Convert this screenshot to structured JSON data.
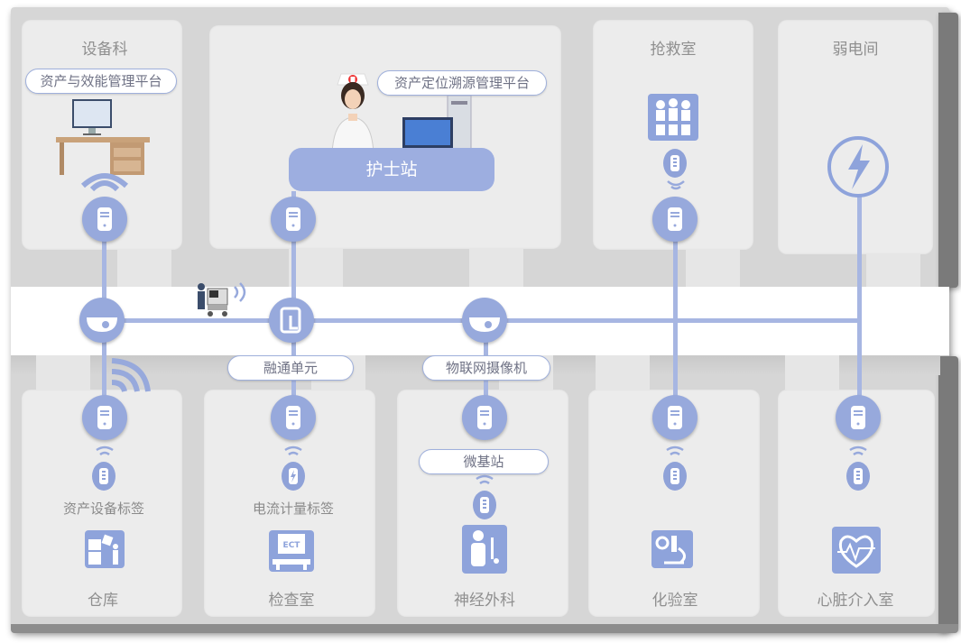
{
  "rooms": {
    "equipment": "设备科",
    "emergency": "抢救室",
    "weak_power": "弱电间",
    "warehouse": "仓库",
    "exam": "检查室",
    "neuro": "神经外科",
    "lab": "化验室",
    "cardiac": "心脏介入室"
  },
  "platforms": {
    "asset_efficiency": "资产与效能管理平台",
    "asset_location": "资产定位溯源管理平台"
  },
  "nurse_station": "护士站",
  "labels": {
    "fusion_unit": "融通单元",
    "iot_camera": "物联网摄像机",
    "micro_base": "微基站",
    "asset_tag": "资产设备标签",
    "current_tag": "电流计量标签",
    "ect": "ECT"
  },
  "colors": {
    "accent": "#97a9dc",
    "line": "#a7b6e2",
    "room": "#ececec",
    "frame": "#d6d6d6"
  }
}
